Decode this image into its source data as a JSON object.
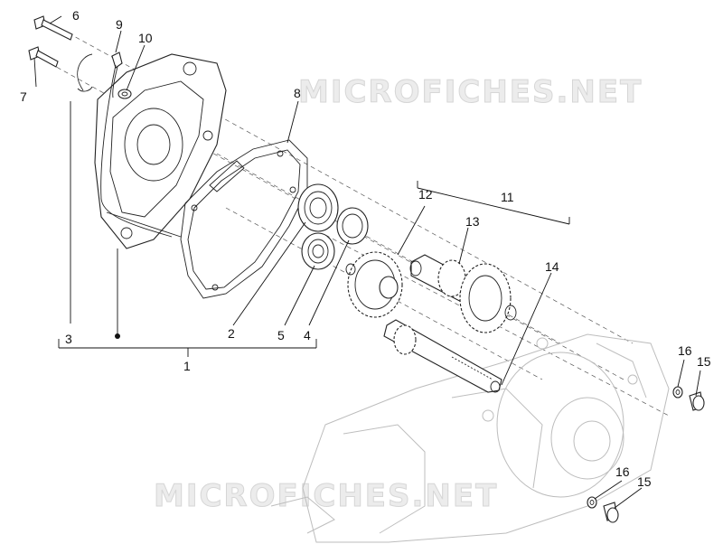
{
  "watermarks": [
    "MICROFICHES.NET",
    "MICROFICHES.NET"
  ],
  "callouts": {
    "c1": "1",
    "c2": "2",
    "c3": "3",
    "c4": "4",
    "c5": "5",
    "c6": "6",
    "c7": "7",
    "c8": "8",
    "c9": "9",
    "c10": "10",
    "c11": "11",
    "c12": "12",
    "c13": "13",
    "c14": "14",
    "c15a": "15",
    "c16a": "16",
    "c15b": "15",
    "c16b": "16"
  }
}
